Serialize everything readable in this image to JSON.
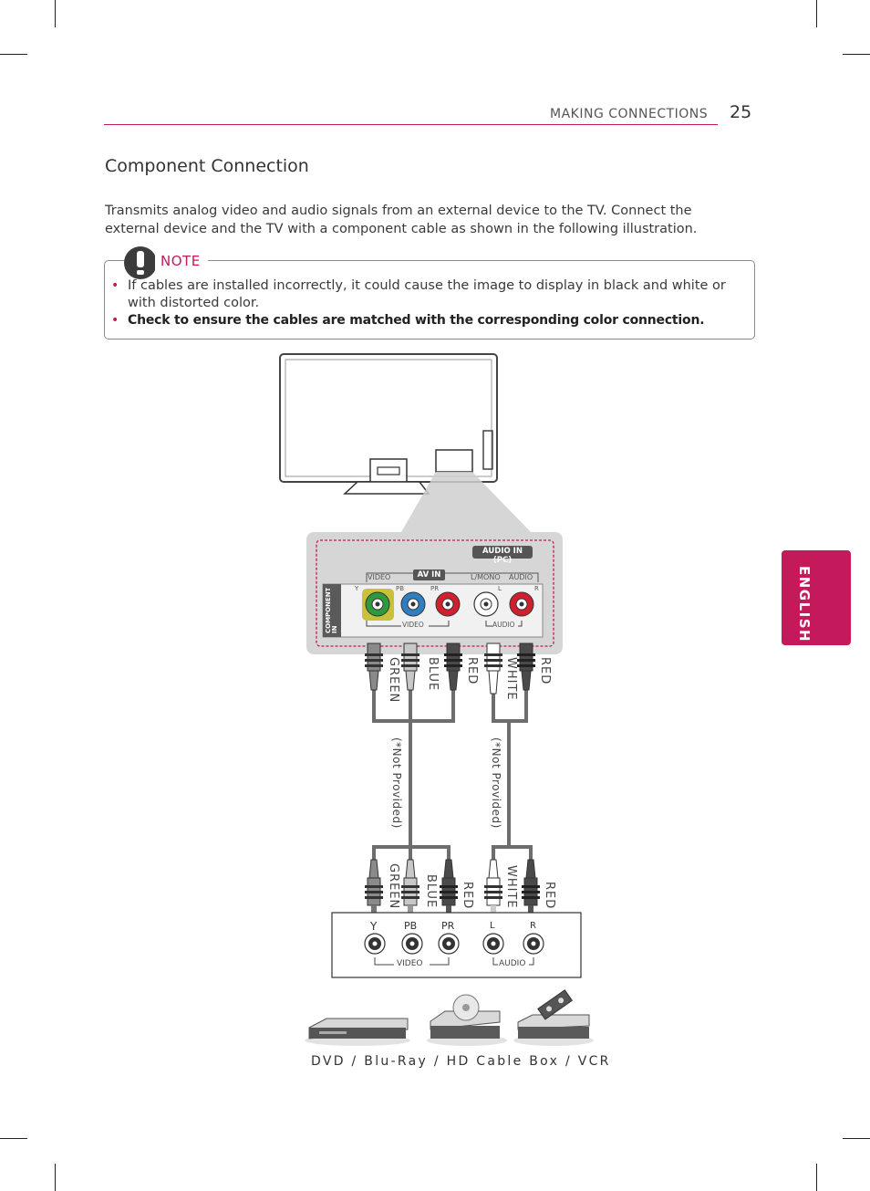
{
  "header": {
    "section": "MAKING CONNECTIONS",
    "page_number": "25"
  },
  "title": "Component Connection",
  "intro": "Transmits analog video and audio signals from an external device to the TV. Connect the external device and the TV with a component cable as shown in the following illustration.",
  "note": {
    "label": "NOTE",
    "items": [
      "If cables are installed incorrectly, it could cause the image to display in black and white or with distorted color.",
      "Check to ensure the cables are matched with the corresponding color connection."
    ]
  },
  "side_tab": "ENGLISH",
  "panel": {
    "audio_pc": "AUDIO IN (PC)",
    "av_in": "AV IN",
    "video": "VIDEO",
    "l_mono": "L/MONO",
    "audio": "AUDIO",
    "component_in": "COMPONENT IN",
    "y": "Y",
    "pb": "PB",
    "pr": "PR",
    "l": "L",
    "r": "R",
    "video_bracket": "VIDEO",
    "audio_bracket": "AUDIO"
  },
  "cables_top": [
    "GREEN",
    "BLUE",
    "RED",
    "WHITE",
    "RED"
  ],
  "not_provided": "(*Not Provided)",
  "cables_bottom": [
    "GREEN",
    "BLUE",
    "RED",
    "WHITE",
    "RED"
  ],
  "device_panel": {
    "y": "Y",
    "pb": "PB",
    "pr": "PR",
    "l": "L",
    "r": "R",
    "video": "VIDEO",
    "audio": "AUDIO"
  },
  "caption": "DVD / Blu-Ray / HD Cable Box / VCR",
  "colors": {
    "accent": "#c4195a",
    "green_jack": "#2e9a3c",
    "blue_jack": "#2f7fc0",
    "red_jack": "#d0202e"
  }
}
